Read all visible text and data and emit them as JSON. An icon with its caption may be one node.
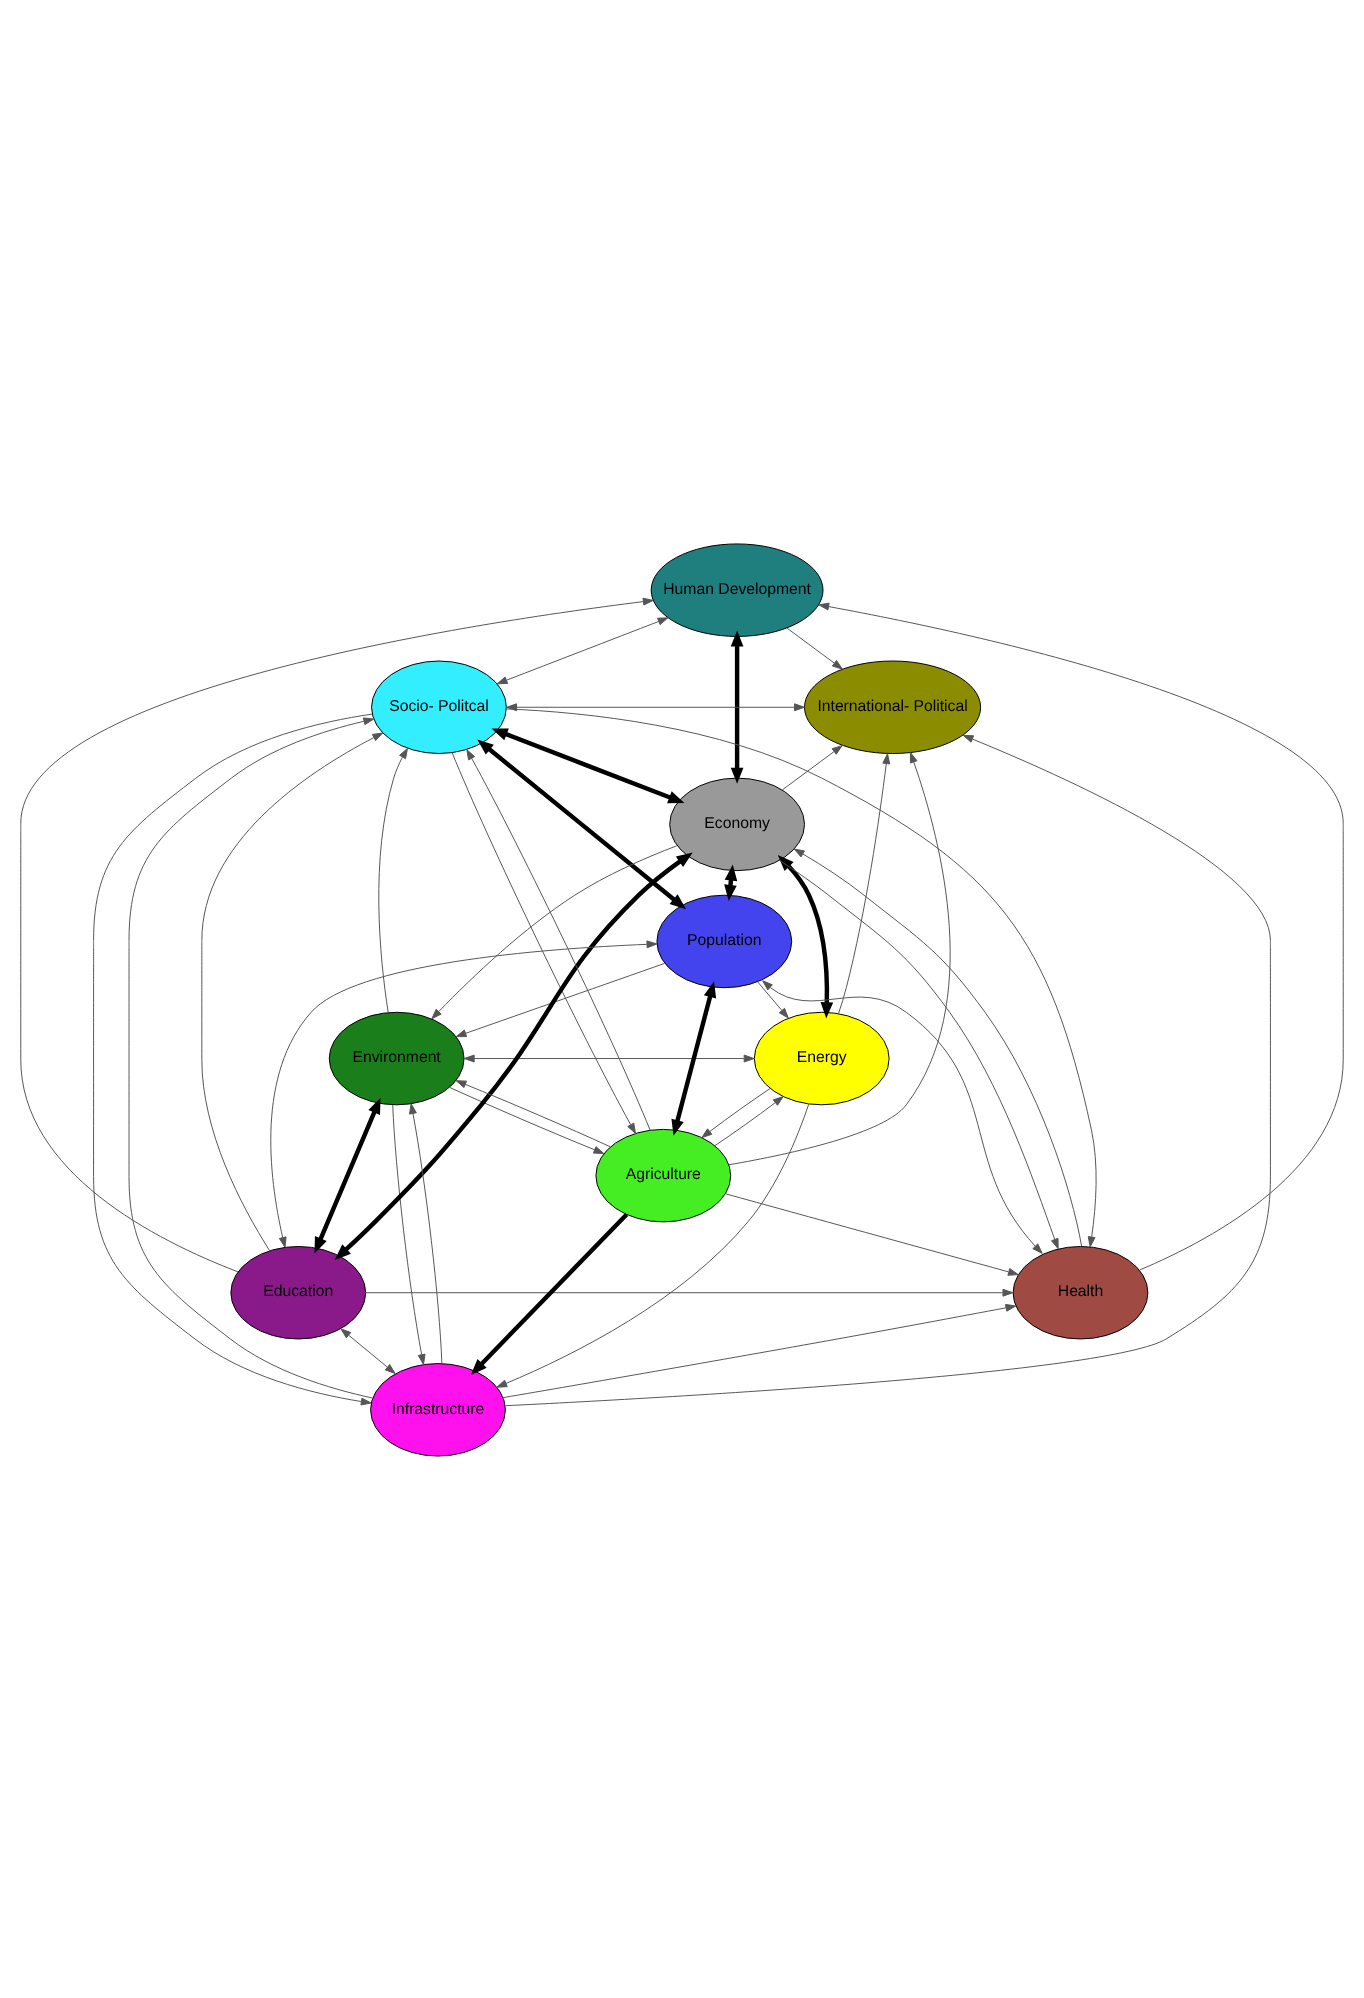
{
  "diagram": {
    "nodes": [
      {
        "text": [
          "Human Development"
        ]
      },
      {
        "text": [
          "Socio- Politcal"
        ]
      },
      {
        "text": [
          "International- Political"
        ]
      },
      {
        "text": [
          "Economy"
        ]
      },
      {
        "text": [
          "Environment"
        ]
      },
      {
        "text": [
          "Energy"
        ]
      },
      {
        "text": [
          "Population"
        ]
      },
      {
        "text": [
          "Education"
        ]
      },
      {
        "text": [
          "Health"
        ]
      },
      {
        "text": [
          "Agriculture"
        ]
      },
      {
        "text": [
          "Infrastructure"
        ]
      }
    ],
    "edges": [
      {
        "from": 1,
        "to": 0,
        "arrow": "both"
      },
      {
        "from": 0,
        "to": 2,
        "arrow": "to"
      },
      {
        "from": 1,
        "to": 2,
        "arrow": "both"
      },
      {
        "from": 0,
        "to": 3,
        "arrow": "both",
        "style": "thick"
      },
      {
        "from": 1,
        "to": 3,
        "arrow": "both",
        "style": "thick"
      },
      {
        "from": 3,
        "to": 2,
        "arrow": "to"
      },
      {
        "from": 3,
        "to": 4,
        "arrow": "to"
      },
      {
        "from": 4,
        "to": 1,
        "arrow": "to"
      },
      {
        "from": 3,
        "to": 5,
        "arrow": "both",
        "style": "thick"
      },
      {
        "from": 3,
        "to": 6,
        "arrow": "both",
        "style": "thick"
      },
      {
        "from": 4,
        "to": 5,
        "arrow": "both"
      },
      {
        "from": 1,
        "to": 6,
        "arrow": "both",
        "style": "thick"
      },
      {
        "from": 6,
        "to": 4,
        "arrow": "to"
      },
      {
        "from": 6,
        "to": 5,
        "arrow": "to"
      },
      {
        "from": 5,
        "to": 2,
        "arrow": "to"
      },
      {
        "from": 4,
        "to": 7,
        "arrow": "both",
        "style": "thick"
      },
      {
        "from": 7,
        "to": 3,
        "arrow": "both",
        "style": "thick"
      },
      {
        "from": 7,
        "to": 6,
        "arrow": "both"
      },
      {
        "from": 6,
        "to": 8,
        "arrow": "both"
      },
      {
        "from": 6,
        "to": 9,
        "arrow": "both",
        "style": "thick"
      },
      {
        "from": 7,
        "to": 8,
        "arrow": "to"
      },
      {
        "from": 9,
        "to": 8,
        "arrow": "to"
      },
      {
        "from": 9,
        "to": 10,
        "arrow": "to",
        "style": "thick"
      },
      {
        "from": 7,
        "to": 10,
        "arrow": "both"
      },
      {
        "from": 10,
        "to": 8,
        "arrow": "to"
      },
      {
        "from": 7,
        "to": 0,
        "arrow": "to"
      },
      {
        "from": 8,
        "to": 0,
        "arrow": "to"
      },
      {
        "from": 9,
        "to": 2,
        "arrow": "to"
      },
      {
        "from": 10,
        "to": 2,
        "arrow": "to"
      },
      {
        "from": 7,
        "to": 1,
        "arrow": "to"
      },
      {
        "from": 9,
        "to": 1,
        "arrow": "to"
      },
      {
        "from": 10,
        "to": 1,
        "arrow": "to"
      },
      {
        "from": 9,
        "to": 4,
        "arrow": "to"
      },
      {
        "from": 10,
        "to": 4,
        "arrow": "to"
      },
      {
        "from": 8,
        "to": 3,
        "arrow": "to"
      },
      {
        "from": 9,
        "to": 5,
        "arrow": "to"
      },
      {
        "from": 1,
        "to": 9,
        "arrow": "to"
      },
      {
        "from": 4,
        "to": 9,
        "arrow": "to"
      },
      {
        "from": 5,
        "to": 9,
        "arrow": "to"
      },
      {
        "from": 1,
        "to": 10,
        "arrow": "to"
      },
      {
        "from": 4,
        "to": 10,
        "arrow": "to"
      },
      {
        "from": 5,
        "to": 10,
        "arrow": "to"
      },
      {
        "from": 1,
        "to": 8,
        "arrow": "to"
      },
      {
        "from": 3,
        "to": 8,
        "arrow": "to"
      }
    ]
  }
}
